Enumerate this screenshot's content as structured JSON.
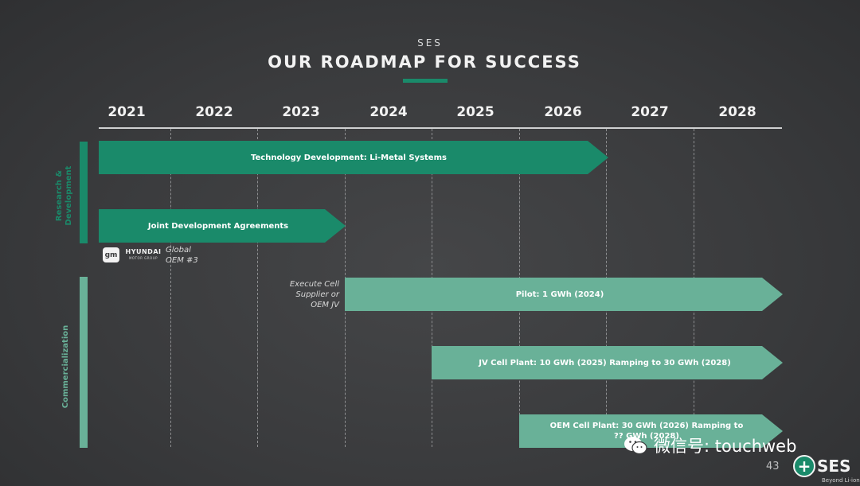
{
  "header": {
    "brand": "SES",
    "title": "OUR ROADMAP FOR SUCCESS"
  },
  "years": [
    "2021",
    "2022",
    "2023",
    "2024",
    "2025",
    "2026",
    "2027",
    "2028"
  ],
  "sections": {
    "rd": "Research & Development",
    "comm": "Commercialization"
  },
  "bars": {
    "tech_dev": "Technology Development: Li-Metal Systems",
    "jda": "Joint Development Agreements",
    "pilot": "Pilot: 1 GWh (2024)",
    "jv_plant": "JV Cell Plant: 10 GWh (2025) Ramping to 30 GWh (2028)",
    "oem_plant_l1": "OEM Cell Plant: 30 GWh (2026) Ramping to",
    "oem_plant_l2": "?? GWh (2028)"
  },
  "notes": {
    "execute_l1": "Execute Cell",
    "execute_l2": "Supplier or",
    "execute_l3": "OEM JV",
    "global_l1": "Global",
    "global_l2": "OEM #3"
  },
  "logos": {
    "gm": "gm",
    "hyundai": "HYUNDAI",
    "hyundai_sub": "MOTOR GROUP",
    "ses": "SES",
    "ses_tag": "Beyond Li-ion"
  },
  "footer": {
    "page_number": "43",
    "watermark": "微信号: touchweb"
  },
  "colors": {
    "dark_green": "#1a8a6a",
    "light_green": "#69b198",
    "background": "#3b3c3e"
  }
}
